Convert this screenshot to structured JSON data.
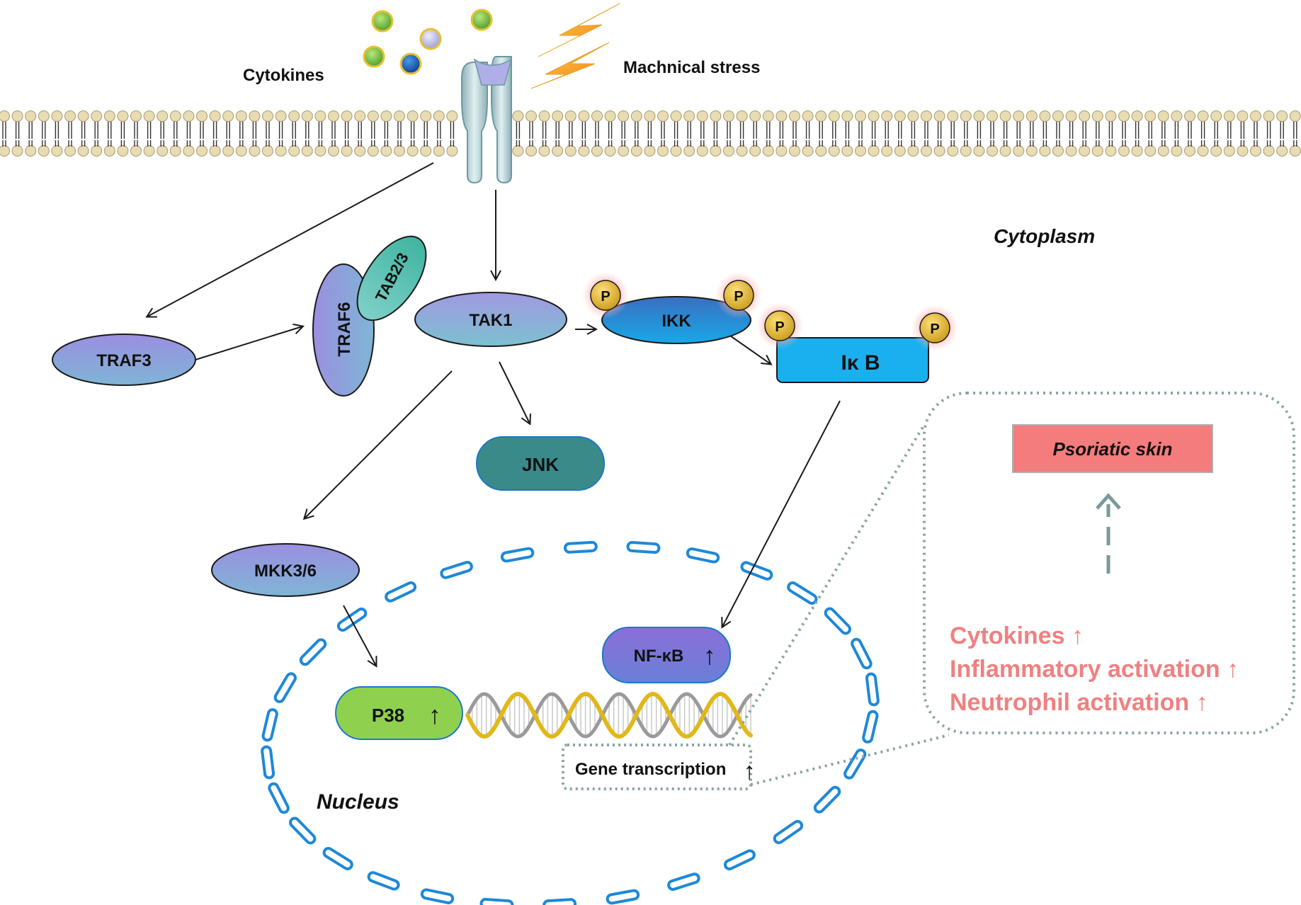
{
  "labels": {
    "cytokines": "Cytokines",
    "mechanical_stress": "Machnical stress",
    "cytoplasm": "Cytoplasm",
    "nucleus": "Nucleus",
    "traf3": "TRAF3",
    "traf6": "TRAF6",
    "tab23": "TAB2/3",
    "tak1": "TAK1",
    "ikk": "IKK",
    "ikb": "Iκ B",
    "phospho": "P",
    "jnk": "JNK",
    "mkk36": "MKK3/6",
    "p38": "P38",
    "nfkb": "NF-κB",
    "gene_transcription": "Gene transcription",
    "up_arrow": "↑",
    "psoriatic_skin": "Psoriatic skin"
  },
  "outcomes": [
    "Cytokines ↑",
    "Inflammatory activation ↑",
    "Neutrophil activation ↑"
  ],
  "colors": {
    "membrane_head": "#e8dcb5",
    "traf": "#8f8fd8",
    "tab": "#4fb8a6",
    "tak1": "#8ab8d8",
    "ikk": "#1f78c8",
    "ikb": "#1ab0f0",
    "jnk": "#3a8a8a",
    "p38": "#8fd14f",
    "nfkb": "#7a6fd8",
    "psoriatic": "#f47c7c",
    "outcome_text": "#f08080",
    "nucleus_dash": "#1e88d8",
    "inset_dots": "#8aa5a5"
  }
}
